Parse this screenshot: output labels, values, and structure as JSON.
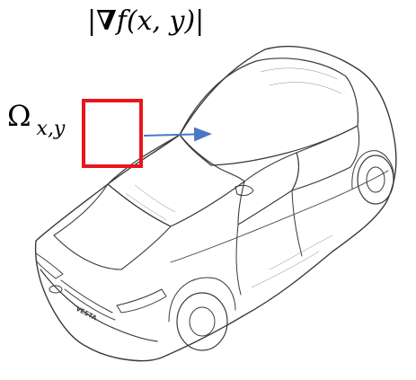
{
  "gradient_label": {
    "open": "|",
    "nabla": "∇",
    "func": "f",
    "args": "(x, y)",
    "close": "|"
  },
  "region_label": {
    "symbol": "Ω",
    "subscript": "x,y"
  },
  "colors": {
    "window_box": "#e8161b",
    "arrow": "#4a78c4",
    "sketch": "#3a3a3a"
  },
  "car": {
    "badge_text": "VESTA"
  }
}
